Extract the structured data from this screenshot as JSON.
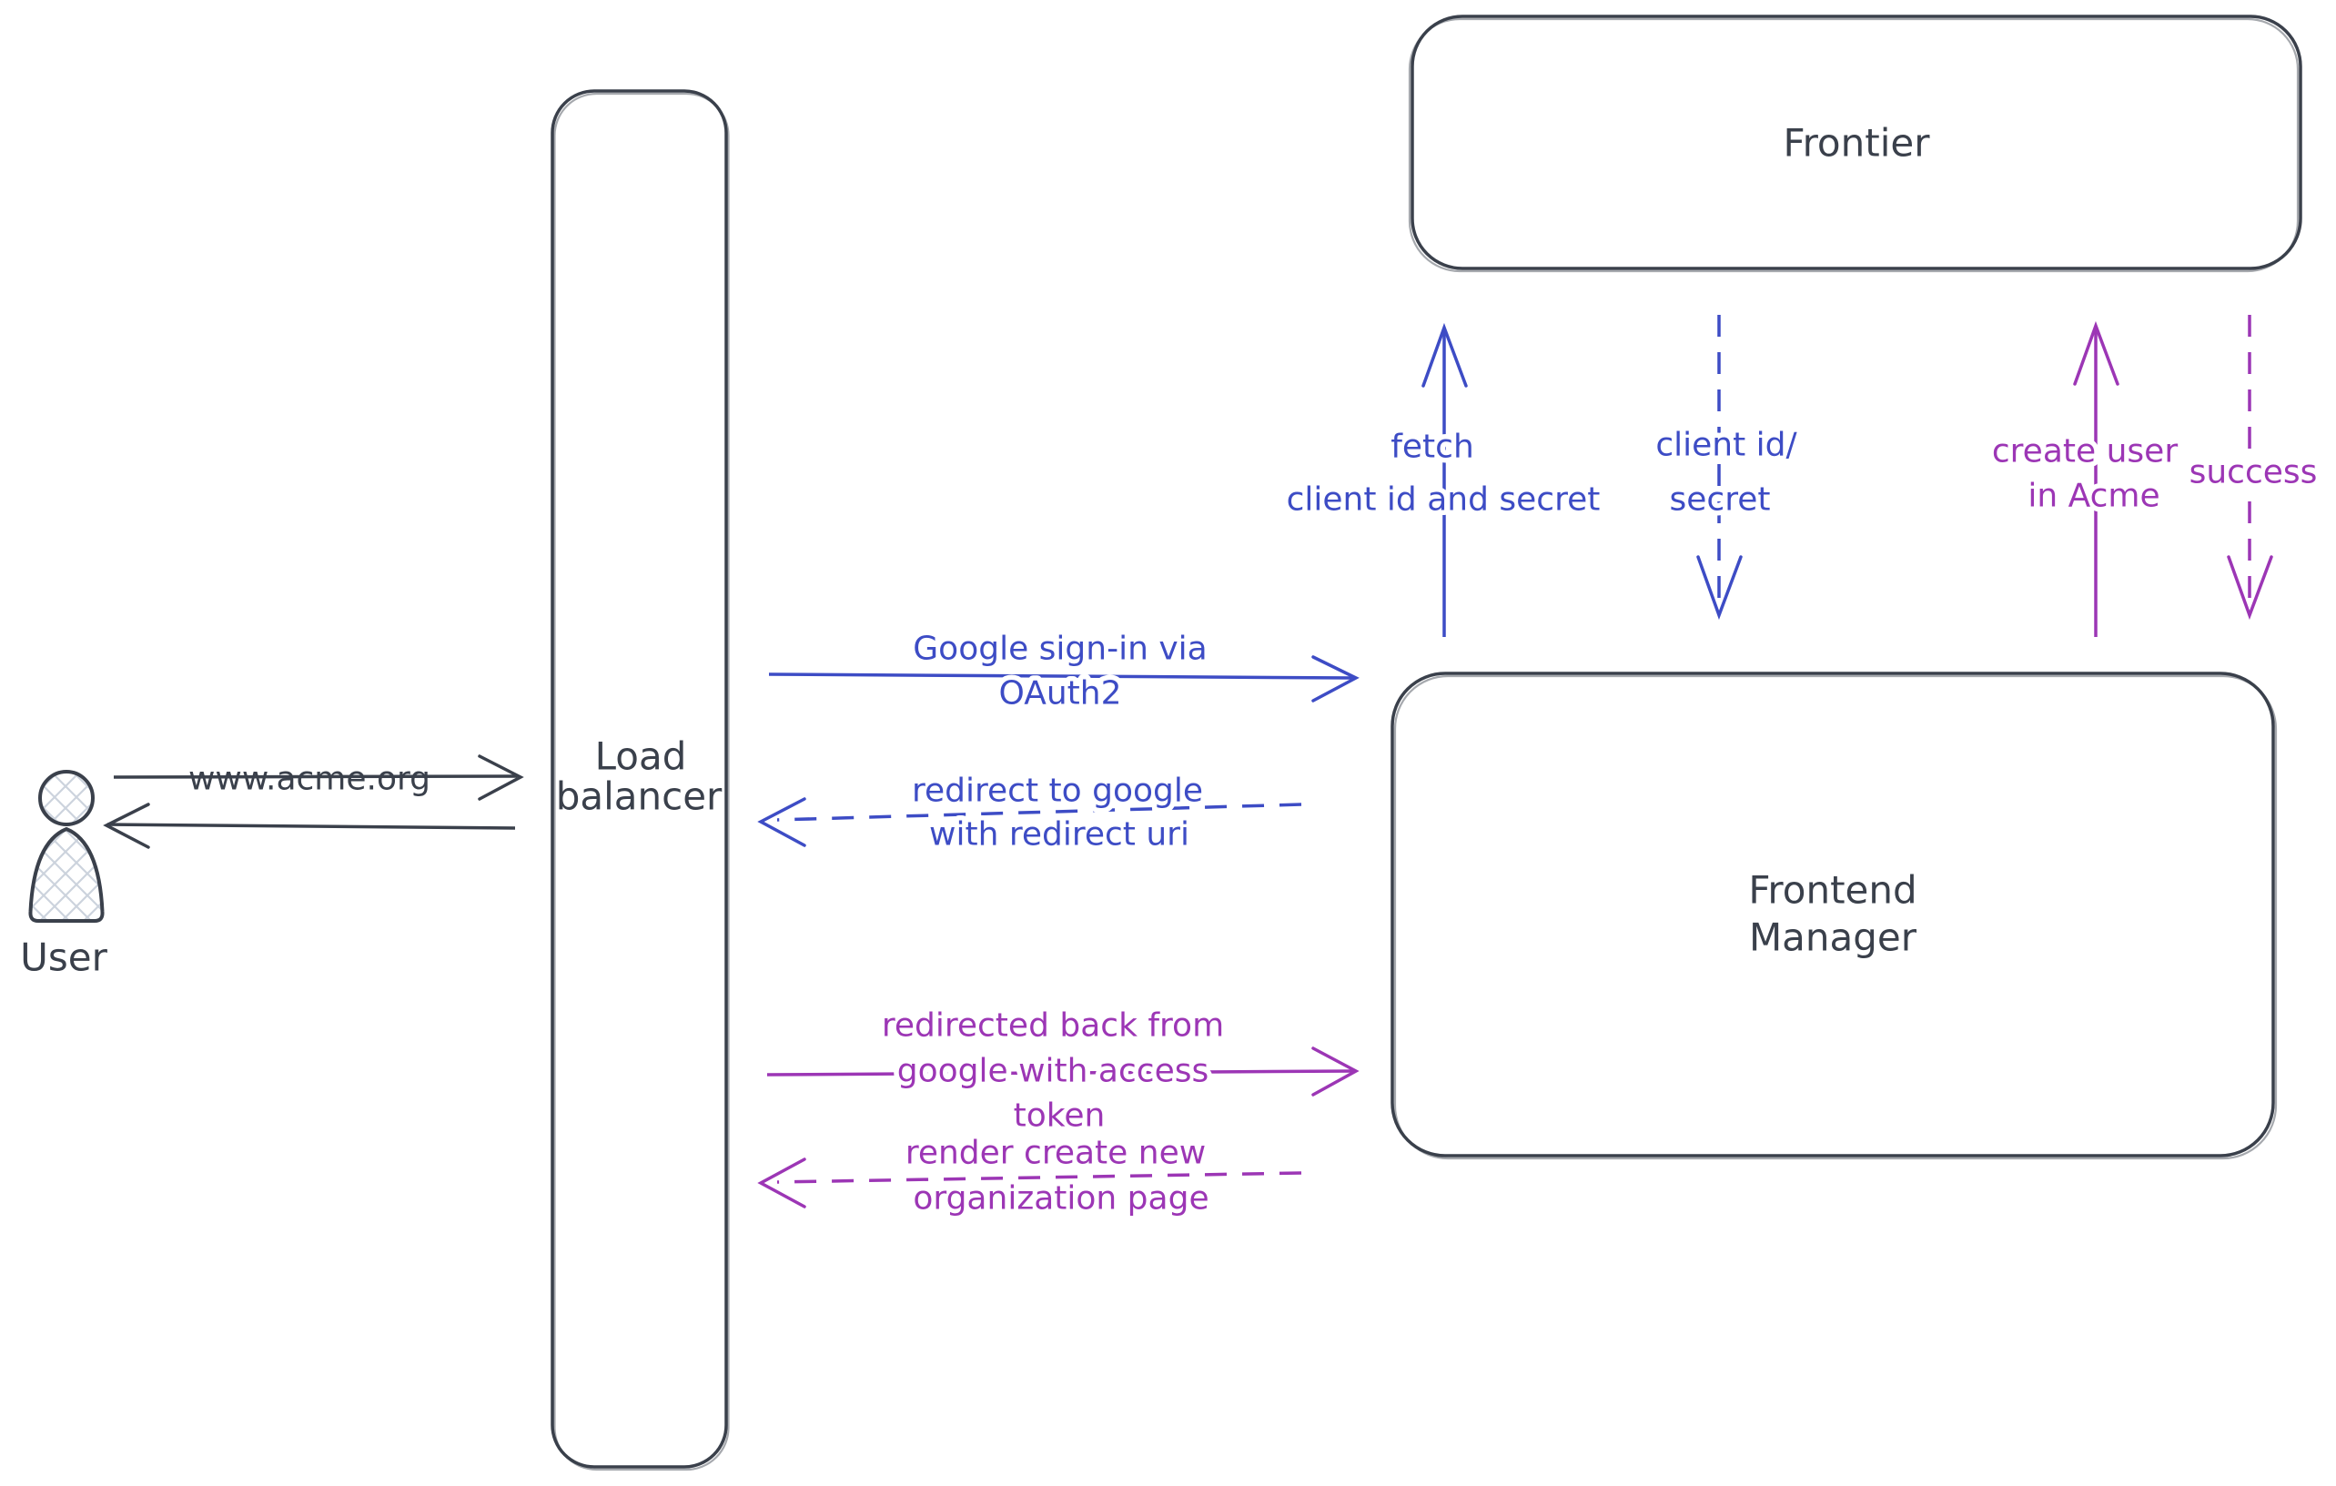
{
  "diagram": {
    "colors": {
      "dark": "#3a404b",
      "blue": "#3d4cc5",
      "purple": "#9c36b5",
      "hatch": "#ccd3dd",
      "background": "#ffffff"
    },
    "actors": {
      "user": {
        "label": "User"
      }
    },
    "boxes": {
      "load_balancer": {
        "lines": [
          "Load",
          "balancer"
        ]
      },
      "frontier": {
        "label": "Frontier"
      },
      "frontend_manager": {
        "lines": [
          "Frontend",
          "Manager"
        ]
      }
    },
    "arrows": {
      "acme_request": {
        "label": "www.acme.org",
        "from": "user",
        "to": "load_balancer",
        "style": "solid",
        "color": "dark"
      },
      "acme_response": {
        "from": "load_balancer",
        "to": "user",
        "style": "solid",
        "color": "dark"
      },
      "google_signin": {
        "lines": [
          "Google sign-in via",
          "OAuth2"
        ],
        "from": "load_balancer",
        "to": "frontend_manager",
        "style": "solid",
        "color": "blue"
      },
      "redirect_google": {
        "lines": [
          "redirect to google",
          "with redirect uri"
        ],
        "from": "frontend_manager",
        "to": "load_balancer",
        "style": "dashed",
        "color": "blue"
      },
      "fetch_secret": {
        "lines": [
          "fetch",
          "client id and secret"
        ],
        "from": "frontend_manager",
        "to": "frontier",
        "style": "solid",
        "color": "blue"
      },
      "client_id_secret": {
        "lines": [
          "client id/",
          "secret"
        ],
        "from": "frontier",
        "to": "frontend_manager",
        "style": "dashed",
        "color": "blue"
      },
      "create_user": {
        "lines": [
          "create user",
          "in Acme"
        ],
        "from": "frontend_manager",
        "to": "frontier",
        "style": "solid",
        "color": "purple"
      },
      "success": {
        "label": "success",
        "from": "frontier",
        "to": "frontend_manager",
        "style": "dashed",
        "color": "purple"
      },
      "redirected_back": {
        "lines": [
          "redirected back from",
          "google with access",
          "token"
        ],
        "from": "load_balancer",
        "to": "frontend_manager",
        "style": "solid",
        "color": "purple"
      },
      "render_org": {
        "lines": [
          "render create new",
          "organization page"
        ],
        "from": "frontend_manager",
        "to": "load_balancer",
        "style": "dashed",
        "color": "purple"
      }
    }
  }
}
